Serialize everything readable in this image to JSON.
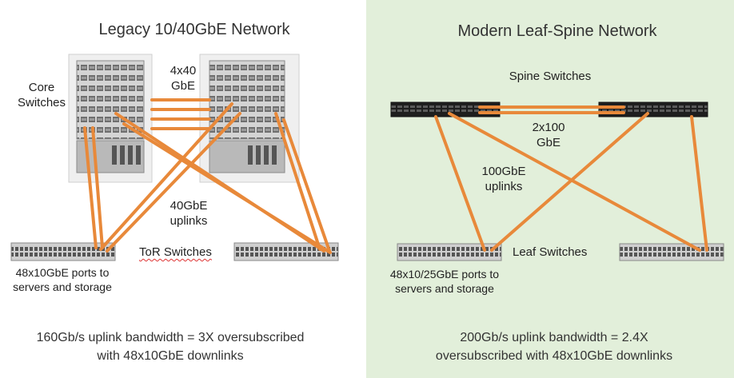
{
  "legacy": {
    "title": "Legacy 10/40GbE Network",
    "core_label": "Core\nSwitches",
    "core_link_label": "4x40\nGbE",
    "uplinks_label": "40GbE\nuplinks",
    "tor_label": "ToR Switches",
    "ports_label": "48x10GbE ports to\nservers and storage",
    "footer": "160Gb/s uplink bandwidth = 3X oversubscribed\nwith 48x10GbE downlinks"
  },
  "modern": {
    "title": "Modern Leaf-Spine Network",
    "spine_label": "Spine Switches",
    "spine_link_label": "2x100\nGbE",
    "uplinks_label": "100GbE\nuplinks",
    "leaf_label": "Leaf Switches",
    "ports_label": "48x10/25GbE ports to\nservers and storage",
    "footer": "200Gb/s uplink bandwidth = 2.4X\noversubscribed with 48x10GbE downlinks"
  },
  "colors": {
    "link": "#e8893a",
    "modern_background": "#e2efda",
    "chassis": "#c9c9c9",
    "spine_switch": "#1e1e1e"
  }
}
